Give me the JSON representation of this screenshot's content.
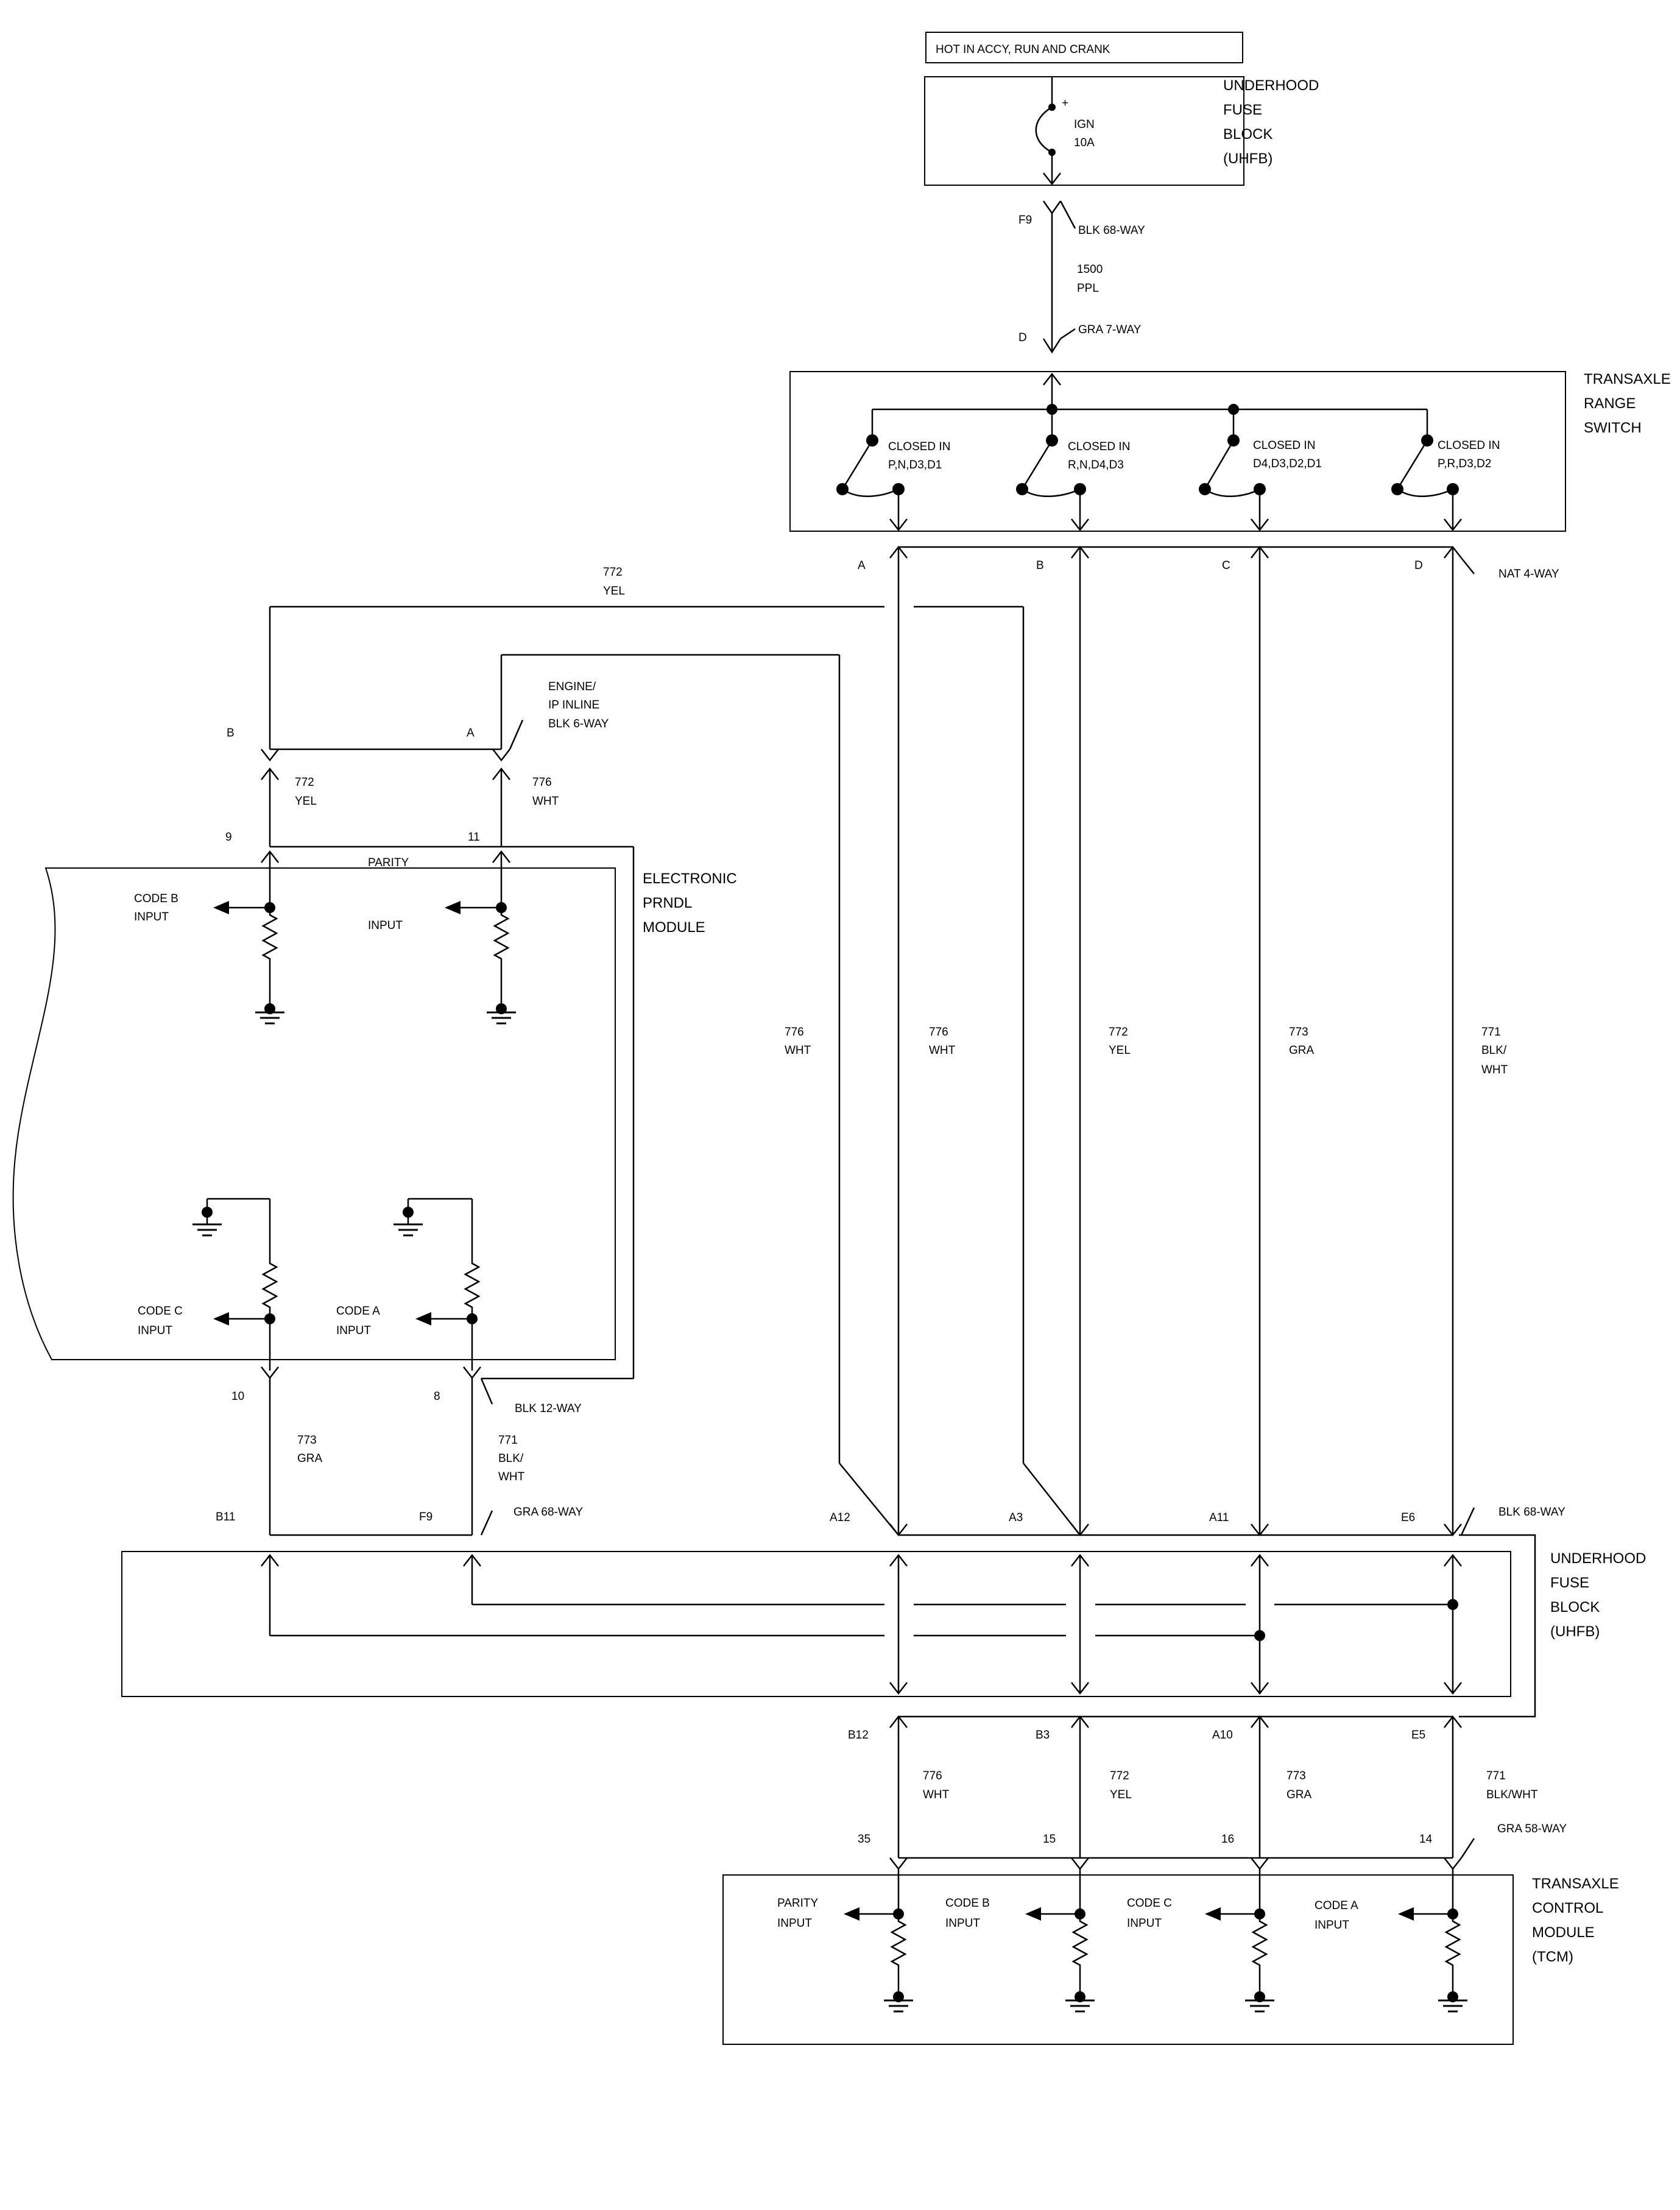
{
  "header": {
    "power_note": "HOT IN ACCY, RUN AND CRANK"
  },
  "uhfb_top": {
    "title_lines": [
      "UNDERHOOD",
      "FUSE",
      "BLOCK",
      "(UHFB)"
    ],
    "fuse": {
      "name": "IGN",
      "rating": "10A",
      "plus": "+"
    }
  },
  "feed": {
    "top_pin": "F9",
    "top_conn": "BLK 68-WAY",
    "circuit": "1500",
    "color": "PPL",
    "bottom_pin": "D",
    "bottom_conn": "GRA 7-WAY"
  },
  "range_switch": {
    "title_lines": [
      "TRANSAXLE",
      "RANGE",
      "SWITCH"
    ],
    "switches": [
      {
        "label_lines": [
          "CLOSED IN",
          "P,N,D3,D1"
        ]
      },
      {
        "label_lines": [
          "CLOSED IN",
          "R,N,D4,D3"
        ]
      },
      {
        "label_lines": [
          "CLOSED IN",
          "D4,D3,D2,D1"
        ]
      },
      {
        "label_lines": [
          "CLOSED IN",
          "P,R,D3,D2"
        ]
      }
    ],
    "output_pins": [
      "A",
      "B",
      "C",
      "D"
    ],
    "output_conn": "NAT 4-WAY"
  },
  "wire_772_top": {
    "circuit": "772",
    "color": "YEL"
  },
  "engine_inline": {
    "label_lines": [
      "ENGINE/",
      "IP INLINE",
      "BLK 6-WAY"
    ],
    "pin_b": "B",
    "pin_a": "A"
  },
  "prndl_upper": {
    "left": {
      "circuit": "772",
      "color": "YEL",
      "pin": "9"
    },
    "right": {
      "circuit": "776",
      "color": "WHT",
      "pin": "11"
    }
  },
  "prndl": {
    "title_lines": [
      "ELECTRONIC",
      "PRNDL",
      "MODULE"
    ],
    "inputs": {
      "code_b": [
        "CODE B",
        "INPUT"
      ],
      "parity": [
        "PARITY",
        "INPUT"
      ],
      "code_c": [
        "CODE C",
        "INPUT"
      ],
      "code_a": [
        "CODE A",
        "INPUT"
      ]
    }
  },
  "prndl_lower": {
    "pin_left": "10",
    "pin_right": "8",
    "conn": "BLK 12-WAY",
    "left": {
      "circuit": "773",
      "color": "GRA"
    },
    "right": {
      "circuit": "771",
      "color_lines": [
        "BLK/",
        "WHT"
      ]
    },
    "uhfb_pin_left": "B11",
    "uhfb_pin_right": "F9",
    "uhfb_conn": "GRA 68-WAY"
  },
  "mid_wires": [
    {
      "circuit": "776",
      "color_lines": [
        "WHT"
      ]
    },
    {
      "circuit": "776",
      "color_lines": [
        "WHT"
      ]
    },
    {
      "circuit": "772",
      "color_lines": [
        "YEL"
      ]
    },
    {
      "circuit": "773",
      "color_lines": [
        "GRA"
      ]
    },
    {
      "circuit": "771",
      "color_lines": [
        "BLK/",
        "WHT"
      ]
    }
  ],
  "uhfb_mid": {
    "title_lines": [
      "UNDERHOOD",
      "FUSE",
      "BLOCK",
      "(UHFB)"
    ],
    "top_pins": [
      "A12",
      "A3",
      "A11",
      "E6"
    ],
    "top_conn": "BLK 68-WAY",
    "bottom_pins": [
      "B12",
      "B3",
      "A10",
      "E5"
    ]
  },
  "tcm_wires": [
    {
      "circuit": "776",
      "color": "WHT",
      "pin": "35"
    },
    {
      "circuit": "",
      "color": "",
      "pin": "15"
    },
    {
      "circuit": "772",
      "color": "YEL",
      "pin": "16"
    },
    {
      "circuit": "773",
      "color": "GRA",
      "pin": "14"
    },
    {
      "circuit": "771",
      "color": "BLK/WHT",
      "pin": ""
    }
  ],
  "tcm_conn": "GRA 58-WAY",
  "tcm": {
    "title_lines": [
      "TRANSAXLE",
      "CONTROL",
      "MODULE",
      "(TCM)"
    ],
    "inputs": [
      [
        "PARITY",
        "INPUT"
      ],
      [
        "CODE B",
        "INPUT"
      ],
      [
        "CODE C",
        "INPUT"
      ],
      [
        "CODE A",
        "INPUT"
      ]
    ]
  }
}
